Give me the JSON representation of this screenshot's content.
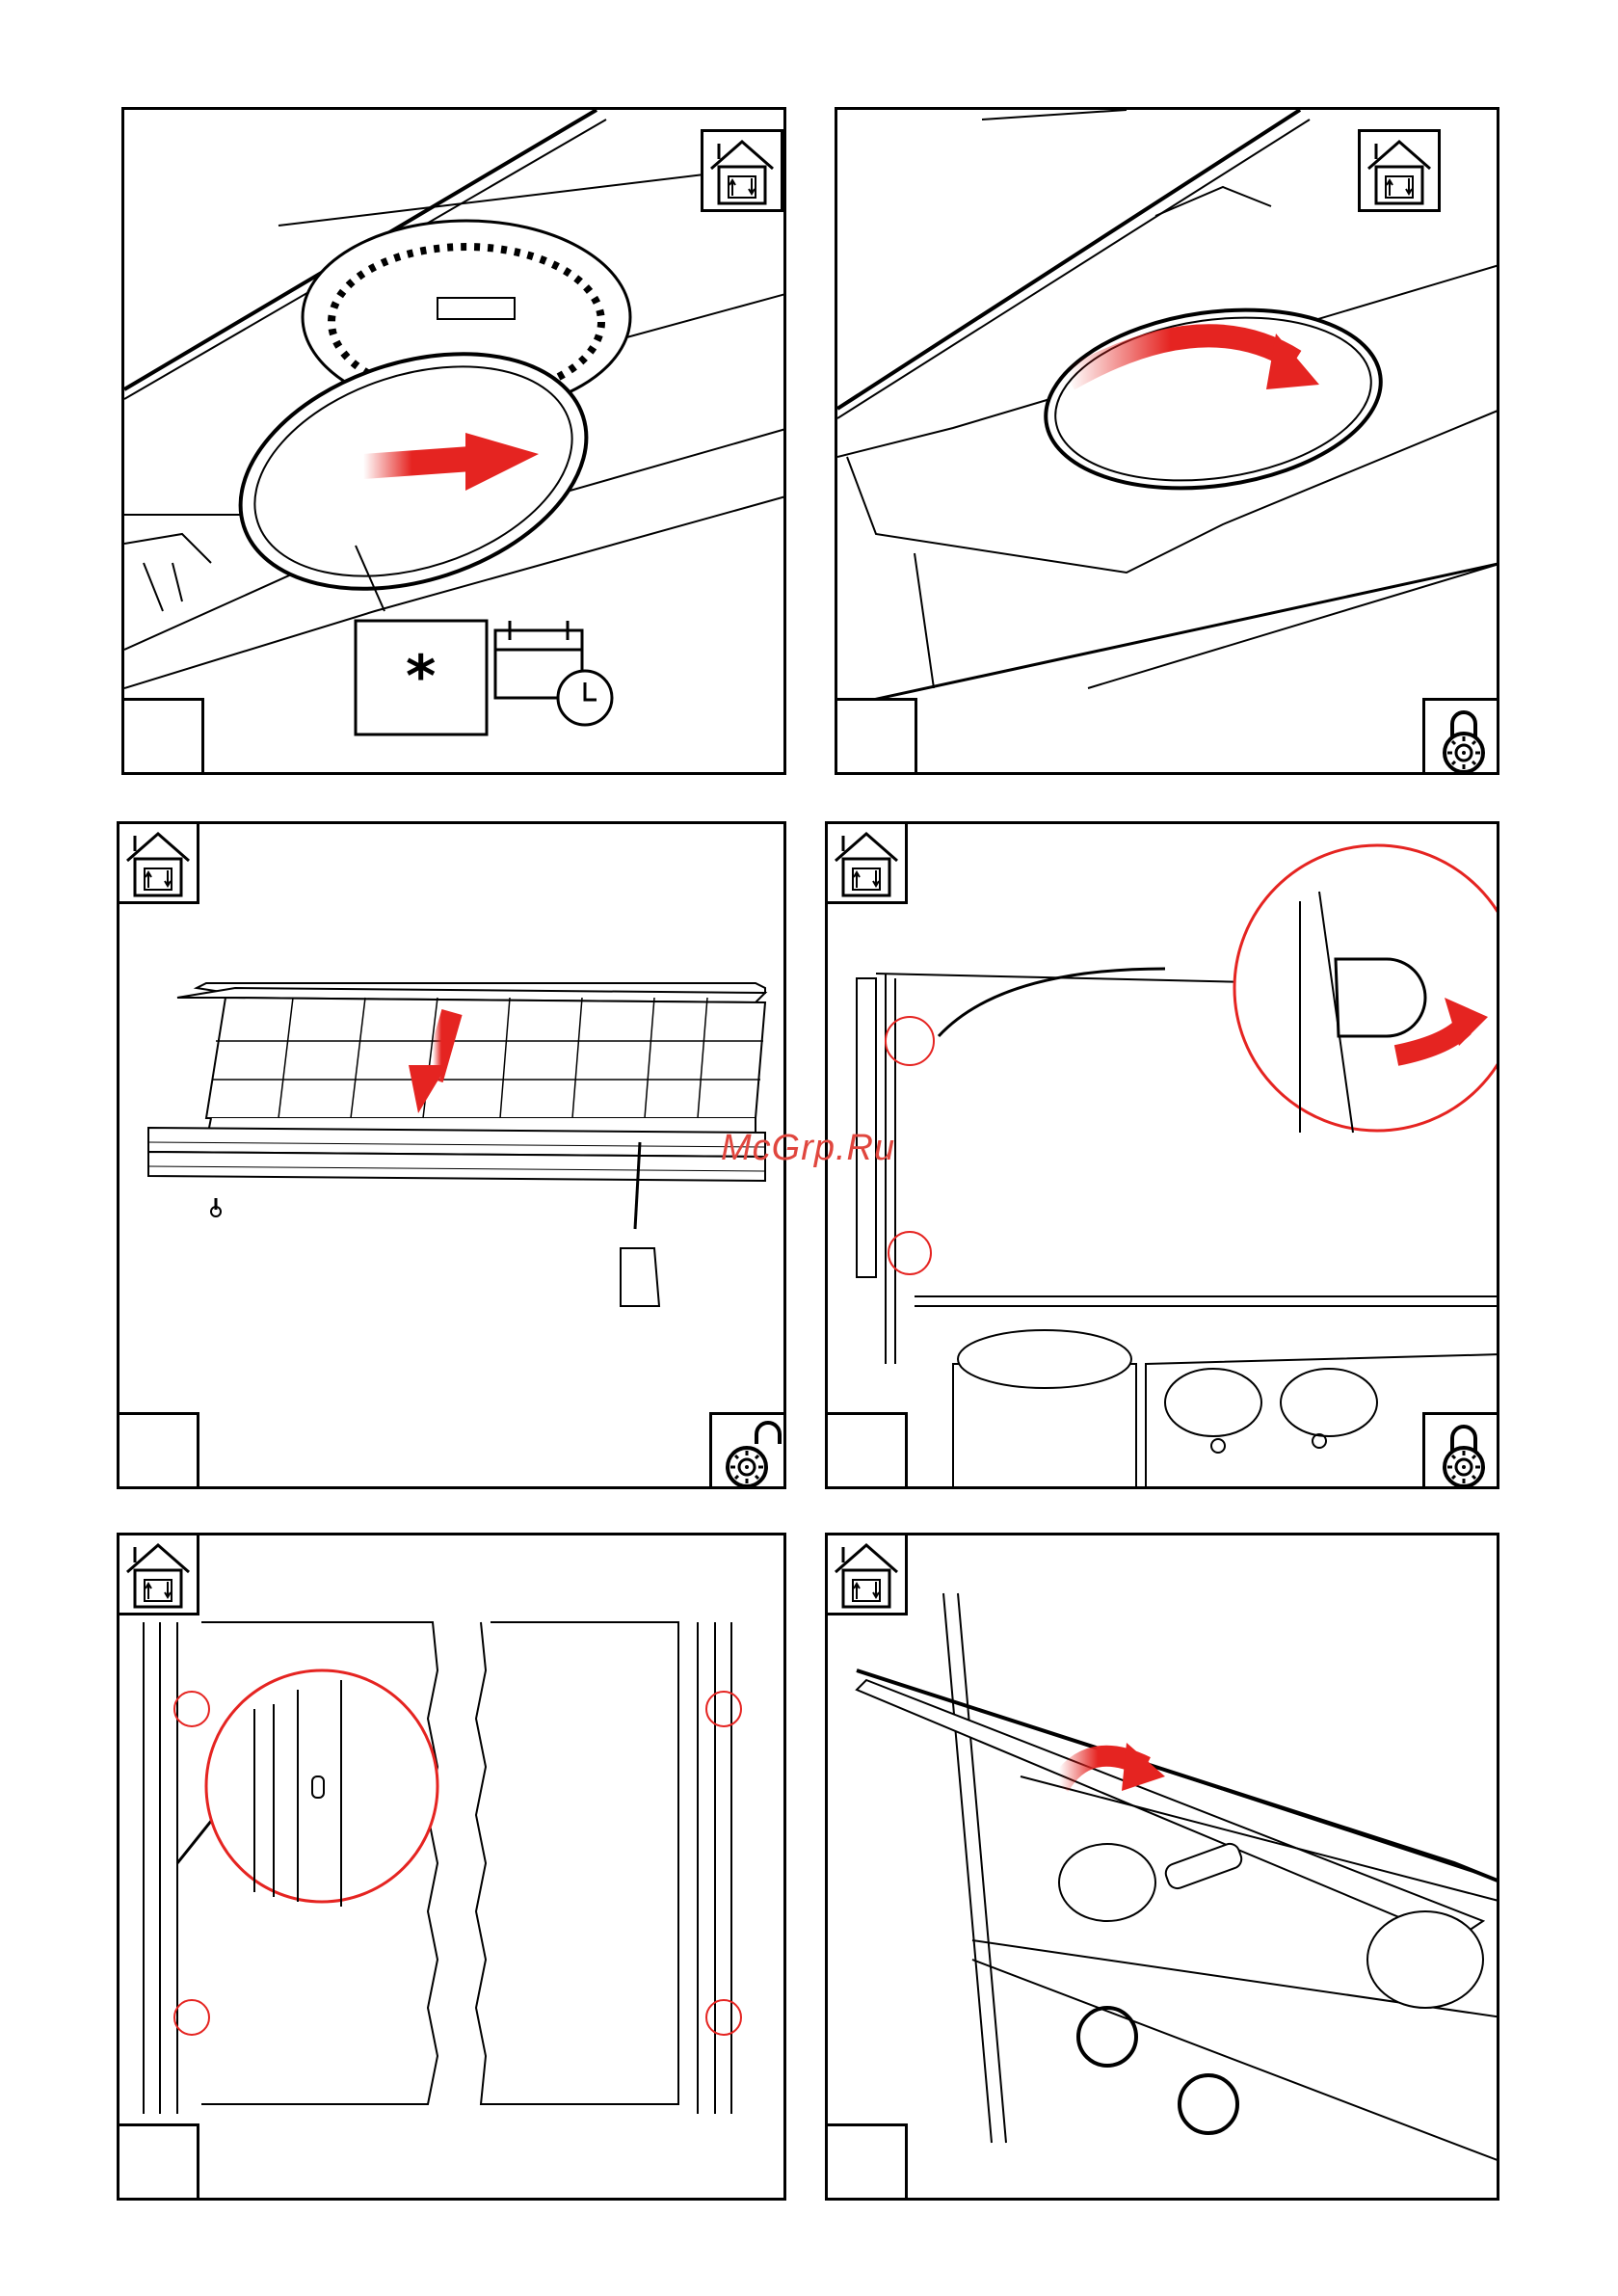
{
  "watermark": "McGrp.Ru",
  "panels": [
    {
      "id": "p1",
      "step": "",
      "icons": [
        "house-icon",
        "maintenance-calendar-icon"
      ],
      "callout": "*"
    },
    {
      "id": "p2",
      "step": "",
      "icons": [
        "house-icon",
        "lock-icon"
      ]
    },
    {
      "id": "p3",
      "step": "",
      "icons": [
        "house-icon",
        "unlock-icon"
      ]
    },
    {
      "id": "p4",
      "step": "",
      "icons": [
        "house-icon",
        "lock-icon"
      ]
    },
    {
      "id": "p5",
      "step": "",
      "icons": [
        "house-icon"
      ]
    },
    {
      "id": "p6",
      "step": "",
      "icons": [
        "house-icon"
      ]
    }
  ],
  "colors": {
    "accent": "#e52421",
    "line": "#000000",
    "circle": "#e52421"
  }
}
